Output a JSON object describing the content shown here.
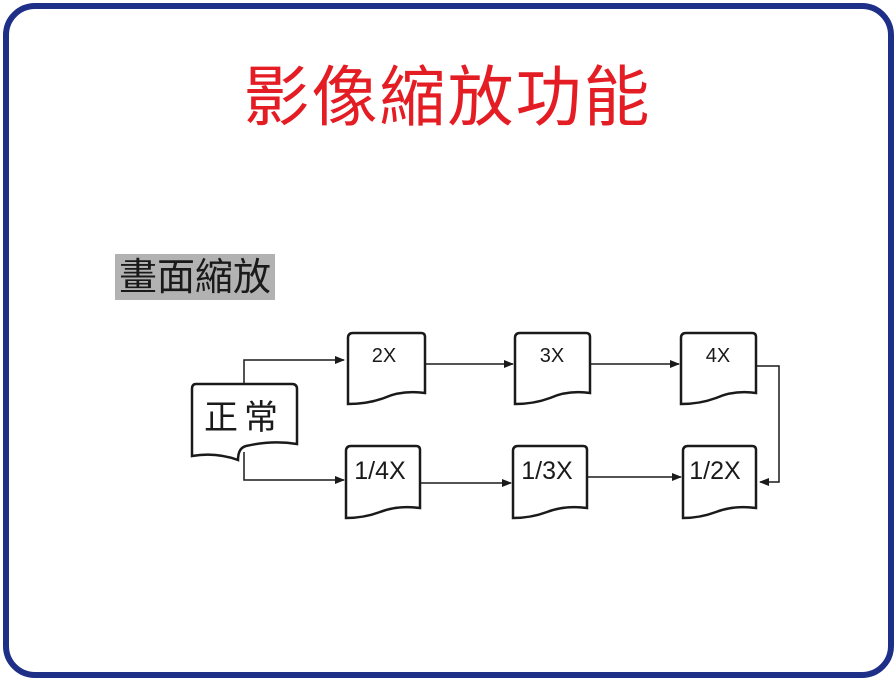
{
  "title": "影像縮放功能",
  "subtitle": "畫面縮放",
  "colors": {
    "frame": "#1d2f86",
    "title": "#e41c23",
    "subtitle_bg": "#b2b2b2",
    "stroke": "#1a1a1a"
  },
  "diagram": {
    "start_label": "正常",
    "top_row": [
      "2X",
      "3X",
      "4X"
    ],
    "bottom_row": [
      "1/4X",
      "1/3X",
      "1/2X"
    ]
  }
}
